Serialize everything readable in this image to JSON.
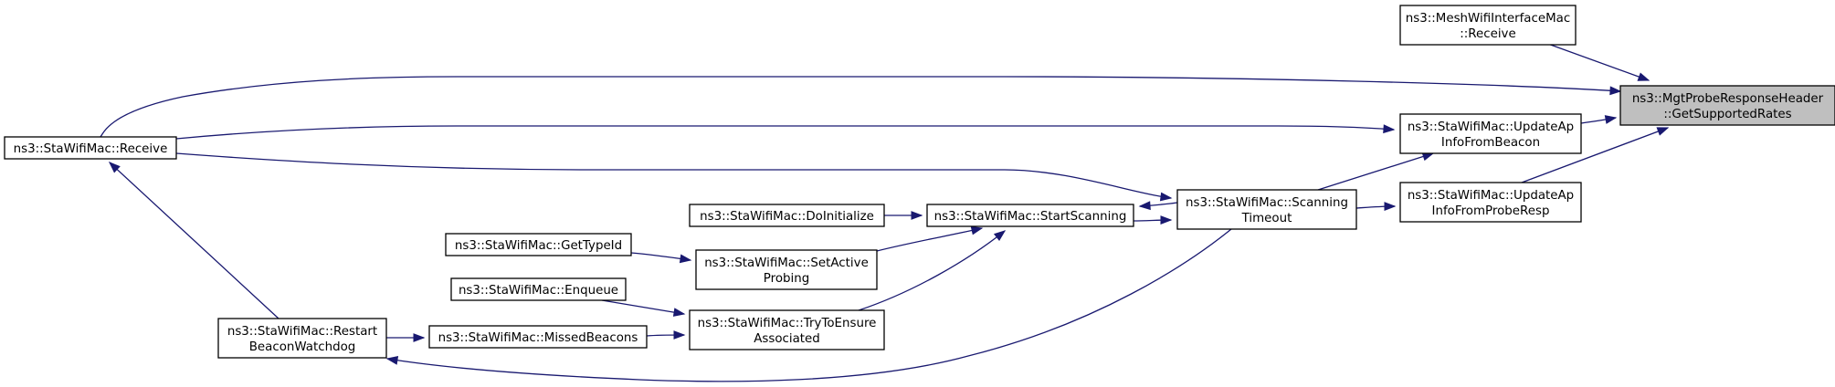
{
  "colors": {
    "edge": "#191970",
    "highlight_fill": "#bfbfbf",
    "node_fill": "#ffffff",
    "border": "#000000"
  },
  "nodes": [
    {
      "id": "target",
      "lines": [
        "ns3::MgtProbeResponseHeader",
        "::GetSupportedRates"
      ],
      "highlight": true
    },
    {
      "id": "mesh_receive",
      "lines": [
        "ns3::MeshWifiInterfaceMac",
        "::Receive"
      ]
    },
    {
      "id": "update_beacon",
      "lines": [
        "ns3::StaWifiMac::UpdateAp",
        "InfoFromBeacon"
      ]
    },
    {
      "id": "update_probe",
      "lines": [
        "ns3::StaWifiMac::UpdateAp",
        "InfoFromProbeResp"
      ]
    },
    {
      "id": "scan_timeout",
      "lines": [
        "ns3::StaWifiMac::Scanning",
        "Timeout"
      ]
    },
    {
      "id": "sta_receive",
      "lines": [
        "ns3::StaWifiMac::Receive"
      ]
    },
    {
      "id": "start_scanning",
      "lines": [
        "ns3::StaWifiMac::StartScanning"
      ]
    },
    {
      "id": "do_initialize",
      "lines": [
        "ns3::StaWifiMac::DoInitialize"
      ]
    },
    {
      "id": "set_active",
      "lines": [
        "ns3::StaWifiMac::SetActive",
        "Probing"
      ]
    },
    {
      "id": "try_ensure",
      "lines": [
        "ns3::StaWifiMac::TryToEnsure",
        "Associated"
      ]
    },
    {
      "id": "get_typeid",
      "lines": [
        "ns3::StaWifiMac::GetTypeId"
      ]
    },
    {
      "id": "enqueue",
      "lines": [
        "ns3::StaWifiMac::Enqueue"
      ]
    },
    {
      "id": "missed_beacons",
      "lines": [
        "ns3::StaWifiMac::MissedBeacons"
      ]
    },
    {
      "id": "restart_watchdog",
      "lines": [
        "ns3::StaWifiMac::Restart",
        "BeaconWatchdog"
      ]
    }
  ],
  "edges": [
    {
      "from": "mesh_receive",
      "to": "target"
    },
    {
      "from": "sta_receive",
      "to": "target"
    },
    {
      "from": "update_beacon",
      "to": "target"
    },
    {
      "from": "update_probe",
      "to": "target"
    },
    {
      "from": "sta_receive",
      "to": "update_beacon"
    },
    {
      "from": "scan_timeout",
      "to": "update_beacon"
    },
    {
      "from": "sta_receive",
      "to": "scan_timeout"
    },
    {
      "from": "start_scanning",
      "to": "scan_timeout"
    },
    {
      "from": "scan_timeout",
      "to": "update_probe"
    },
    {
      "from": "scan_timeout",
      "to": "start_scanning"
    },
    {
      "from": "do_initialize",
      "to": "start_scanning"
    },
    {
      "from": "set_active",
      "to": "start_scanning"
    },
    {
      "from": "try_ensure",
      "to": "start_scanning"
    },
    {
      "from": "get_typeid",
      "to": "set_active"
    },
    {
      "from": "enqueue",
      "to": "try_ensure"
    },
    {
      "from": "missed_beacons",
      "to": "try_ensure"
    },
    {
      "from": "restart_watchdog",
      "to": "missed_beacons"
    },
    {
      "from": "restart_watchdog",
      "to": "sta_receive"
    },
    {
      "from": "scan_timeout",
      "to": "restart_watchdog"
    }
  ]
}
